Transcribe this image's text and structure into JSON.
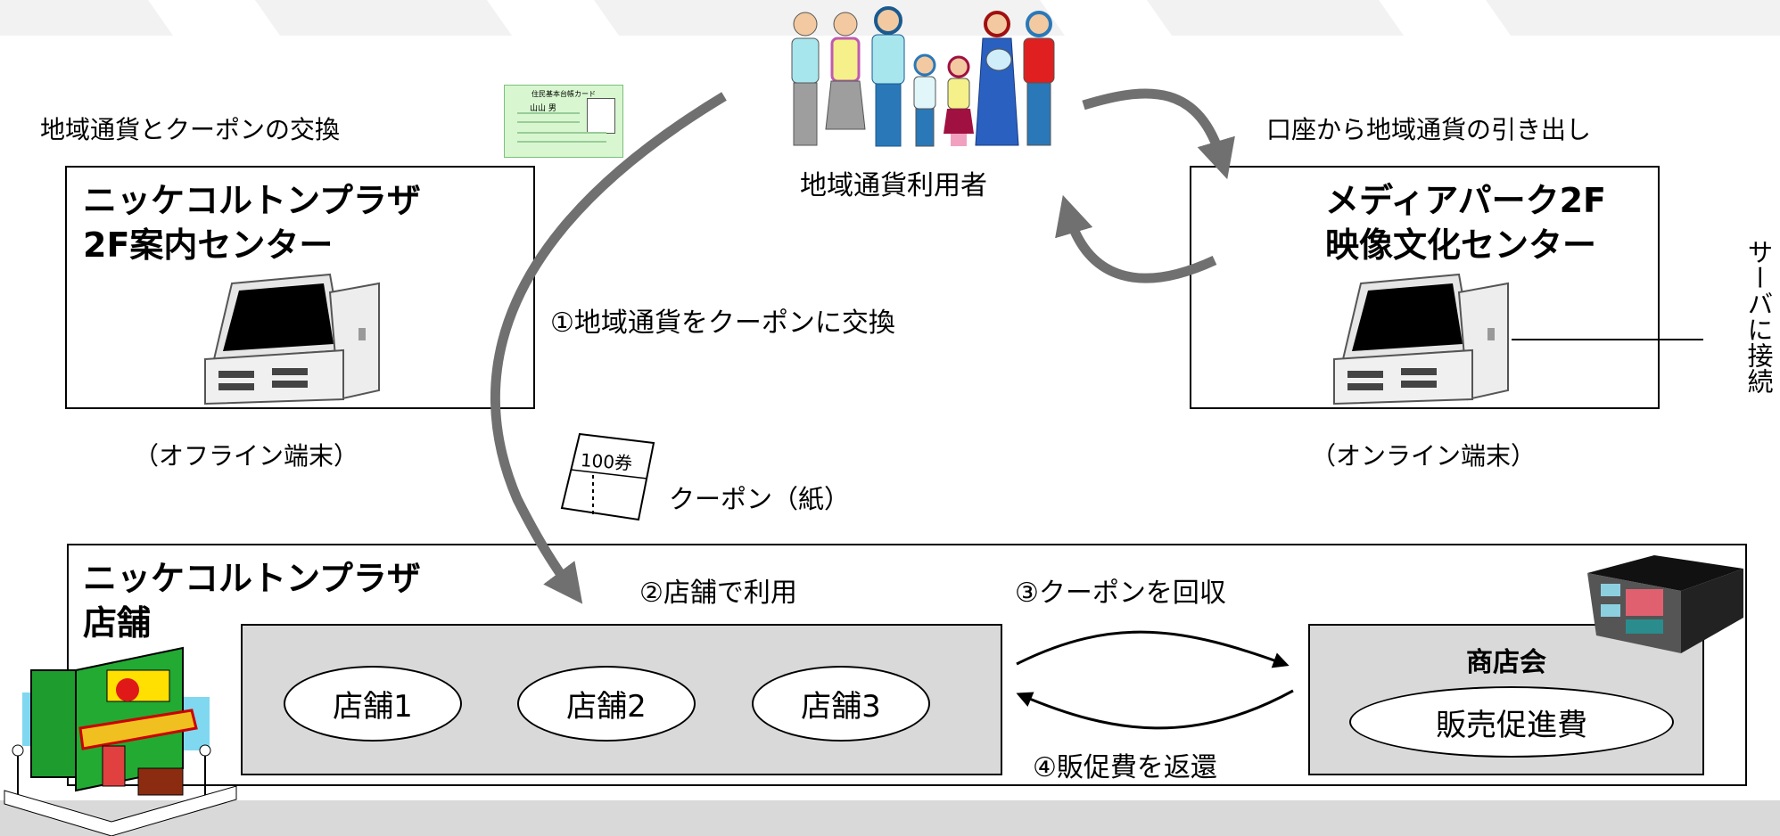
{
  "caption_exchange": "地域通貨とクーポンの交換",
  "caption_withdraw": "口座から地域通貨の引き出し",
  "users_label": "地域通貨利用者",
  "left_terminal": {
    "line1": "ニッケコルトンプラザ",
    "line2": "2F案内センター",
    "note": "（オフライン端末）"
  },
  "right_terminal": {
    "line1": "メディアパーク2F",
    "line2": "映像文化センター",
    "note": "（オンライン端末）"
  },
  "server_label": "サーバに接続",
  "step1": "①地域通貨をクーポンに交換",
  "coupon": {
    "ticket": "100券",
    "label": "クーポン（紙）"
  },
  "shops_box": {
    "line1": "ニッケコルトンプラザ",
    "line2": "店舗"
  },
  "step2": "②店舗で利用",
  "step3": "③クーポンを回収",
  "step4": "④販促費を返還",
  "shops": [
    "店舗1",
    "店舗2",
    "店舗3"
  ],
  "association": {
    "title": "商店会",
    "fund": "販売促進費"
  },
  "card": {
    "title": "住民基本台帳カード",
    "name": "山山 男"
  },
  "colors": {
    "arrow": "#707070",
    "panel": "#d9d9d9",
    "screen": "#000000"
  }
}
